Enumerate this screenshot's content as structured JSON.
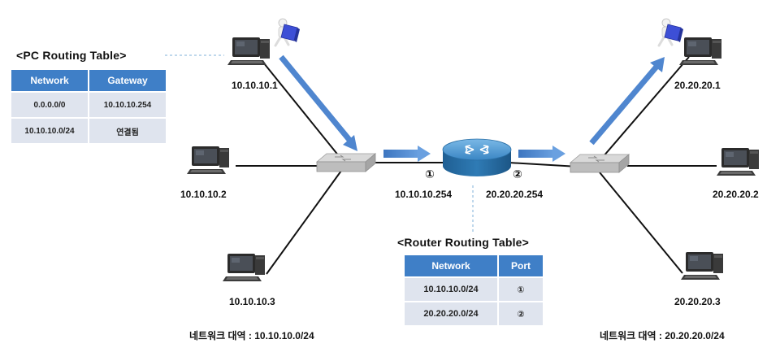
{
  "pc_table": {
    "title": "<PC Routing Table>",
    "headers": [
      "Network",
      "Gateway"
    ],
    "rows": [
      [
        "0.0.0.0/0",
        "10.10.10.254"
      ],
      [
        "10.10.10.0/24",
        "연결됨"
      ]
    ]
  },
  "router_table": {
    "title": "<Router Routing Table>",
    "headers": [
      "Network",
      "Port"
    ],
    "rows": [
      [
        "10.10.10.0/24",
        "①"
      ],
      [
        "20.20.20.0/24",
        "②"
      ]
    ]
  },
  "hosts": {
    "left_1": "10.10.10.1",
    "left_2": "10.10.10.2",
    "left_3": "10.10.10.3",
    "right_1": "20.20.20.1",
    "right_2": "20.20.20.2",
    "right_3": "20.20.20.3"
  },
  "router": {
    "port1_mark": "①",
    "port2_mark": "②",
    "port1_ip": "10.10.10.254",
    "port2_ip": "20.20.20.254"
  },
  "captions": {
    "left": "네트워크 대역 : 10.10.10.0/24",
    "right": "네트워크 대역 : 20.20.20.0/24"
  },
  "colors": {
    "table_header": "#3f7fc7",
    "table_cell": "#dfe4ee",
    "flow_arrow": "#4f86cf",
    "router": "#2f7bb5"
  }
}
